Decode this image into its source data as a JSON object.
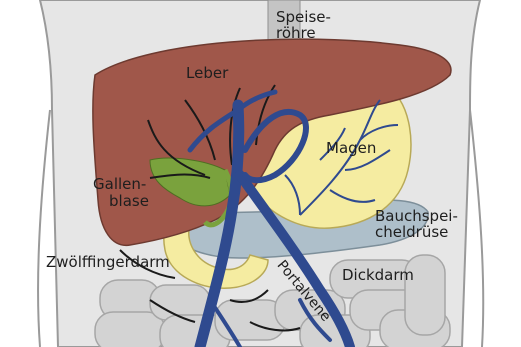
{
  "labels": {
    "speiserohre_1": "Speise-",
    "speiserohre_2": "röhre",
    "leber": "Leber",
    "magen": "Magen",
    "gallenblase_1": "Gallen-",
    "gallenblase_2": "blase",
    "bauchspeicheldruse_1": "Bauchspei-",
    "bauchspeicheldruse_2": "cheldrüse",
    "zwolffingerdarm": "Zwölffingerdarm",
    "dickdarm": "Dickdarm",
    "portalvene": "Portalvene"
  },
  "colors": {
    "background": "#ffffff",
    "skin": "#e8e8e8",
    "body_outline": "#9a9a9a",
    "liver": "#a0574a",
    "stomach": "#f5eca1",
    "pancreas": "#aebfca",
    "gallbladder": "#7aa23d",
    "portal_vein": "#2f4a8f",
    "intestine": "#d2d2d2",
    "esophagus": "#bdbdbd"
  }
}
